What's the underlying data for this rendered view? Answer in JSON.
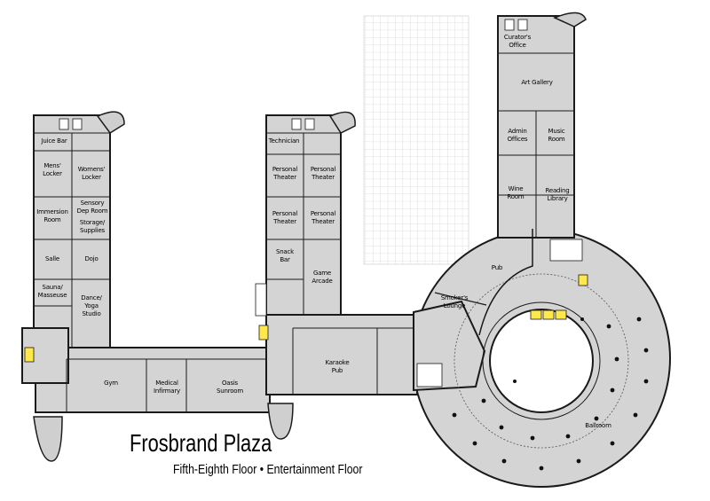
{
  "plan": {
    "title": "Frosbrand Plaza",
    "subtitle": "Fifth-Eighth Floor • Entertainment Floor",
    "colors": {
      "floor": "#d4d4d4",
      "wall": "#1a1a1a",
      "grid": "#cccccc",
      "highlight": "#ffe94a",
      "background": "#ffffff"
    },
    "rooms": {
      "juice_bar": "Juice Bar",
      "mens_locker": "Mens' Locker",
      "womens_locker": "Womens' Locker",
      "immersion_room": "Immersion Room",
      "sensory_dep_room": "Sensory Dep Room",
      "storage_supplies": "Storage/ Supplies",
      "salle": "Salle",
      "dojo": "Dojo",
      "sauna_masseuse": "Sauna/ Masseuse",
      "dance_yoga_studio": "Dance/ Yoga Studio",
      "gym": "Gym",
      "medical_infirmary": "Medical Infirmary",
      "oasis_sunroom": "Oasis Sunroom",
      "technician": "Technician",
      "personal_theater_1": "Personal Theater",
      "personal_theater_2": "Personal Theater",
      "personal_theater_3": "Personal Theater",
      "personal_theater_4": "Personal Theater",
      "snack_bar": "Snack Bar",
      "game_arcade": "Game Arcade",
      "karaoke_pub": "Karaoke Pub",
      "curators_office": "Curator's Office",
      "art_gallery": "Art Gallery",
      "admin_offices": "Admin Offices",
      "music_room": "Music Room",
      "wine_room": "Wine Room",
      "reading_library": "Reading Library",
      "pub": "Pub",
      "smokers_lounge": "Smoker's Lounge",
      "ballroom": "Ballroom"
    }
  }
}
